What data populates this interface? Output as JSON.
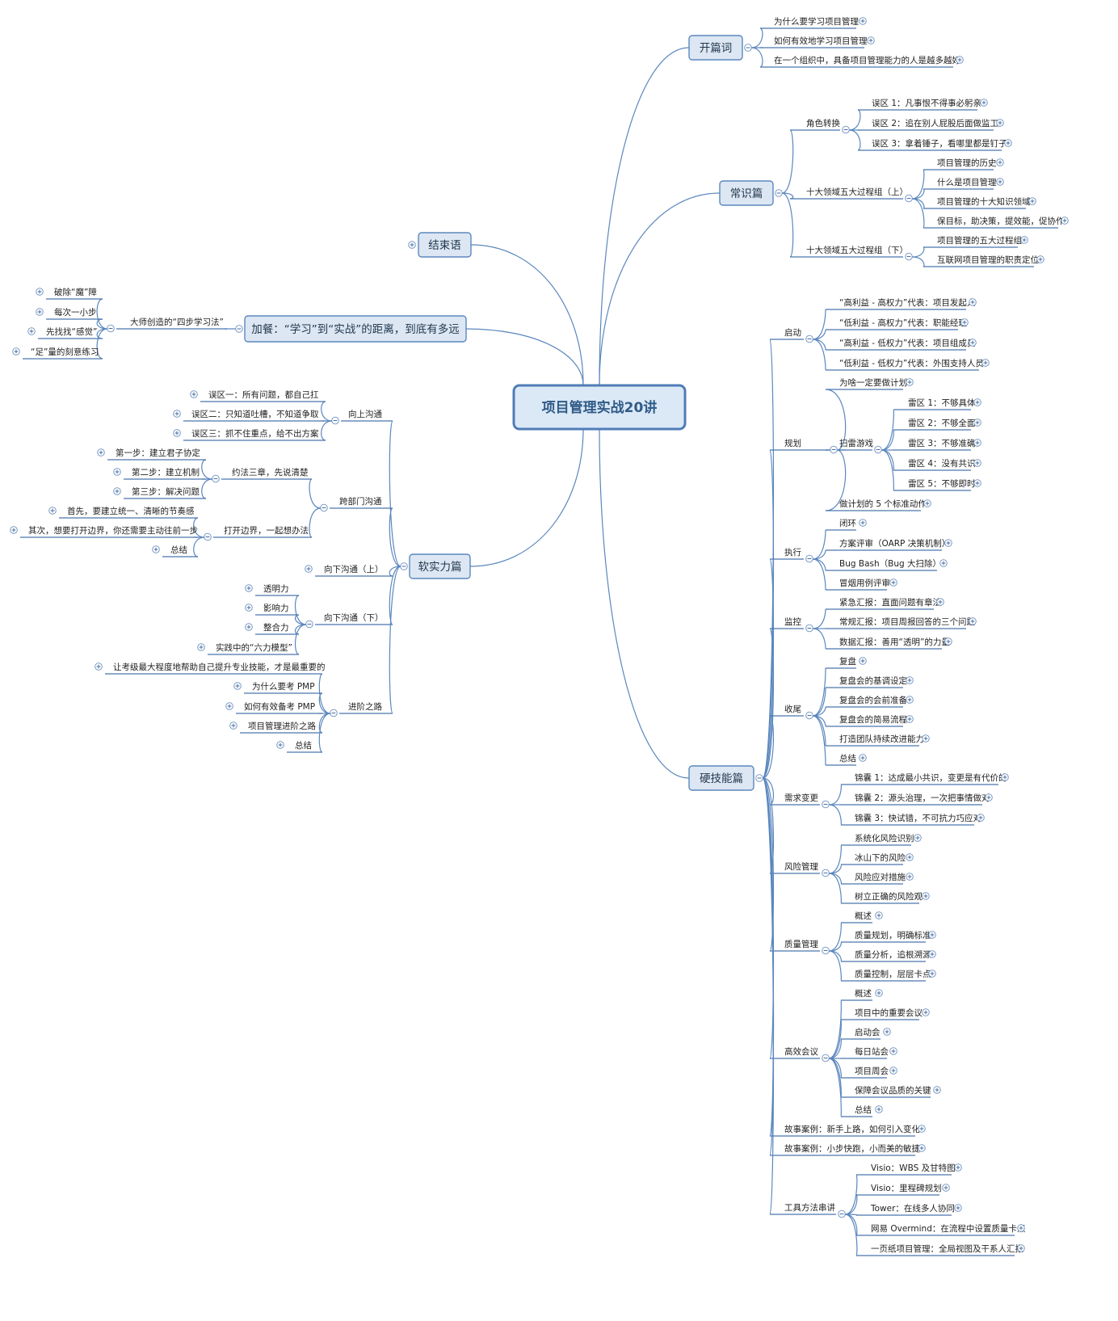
{
  "root": "项目管理实战20讲",
  "branches": [
    {
      "id": "kaipian",
      "label": "开篇词",
      "children": [
        {
          "label": "为什么要学习项目管理"
        },
        {
          "label": "如何有效地学习项目管理"
        },
        {
          "label": "在一个组织中，具备项目管理能力的人是越多越好"
        }
      ]
    },
    {
      "id": "changshi",
      "label": "常识篇",
      "children": [
        {
          "label": "角色转换",
          "children": [
            {
              "label": "误区 1：凡事恨不得事必躬亲"
            },
            {
              "label": "误区 2：追在别人屁股后面做监工"
            },
            {
              "label": "误区 3：拿着锤子，看哪里都是钉子"
            }
          ]
        },
        {
          "label": "十大领域五大过程组（上）",
          "children": [
            {
              "label": "项目管理的历史"
            },
            {
              "label": "什么是项目管理"
            },
            {
              "label": "项目管理的十大知识领域"
            },
            {
              "label": "保目标，助决策，提效能，促协作"
            }
          ]
        },
        {
          "label": "十大领域五大过程组（下）",
          "children": [
            {
              "label": "项目管理的五大过程组"
            },
            {
              "label": "互联网项目管理的职责定位"
            }
          ]
        }
      ]
    },
    {
      "id": "yingjineng",
      "label": "硬技能篇",
      "children": [
        {
          "label": "启动",
          "children": [
            {
              "label": "“高利益 - 高权力”代表：项目发起人"
            },
            {
              "label": "“低利益 - 高权力”代表：职能经理"
            },
            {
              "label": "“高利益 - 低权力”代表：项目组成员"
            },
            {
              "label": "“低利益 - 低权力”代表：外围支持人员"
            }
          ]
        },
        {
          "label": "规划",
          "children": [
            {
              "label": "为啥一定要做计划"
            },
            {
              "label": "扫雷游戏",
              "children": [
                {
                  "label": "雷区 1：不够具体"
                },
                {
                  "label": "雷区 2：不够全面"
                },
                {
                  "label": "雷区 3：不够准确"
                },
                {
                  "label": "雷区 4：没有共识"
                },
                {
                  "label": "雷区 5：不够即时"
                }
              ]
            },
            {
              "label": "做计划的 5 个标准动作"
            }
          ]
        },
        {
          "label": "执行",
          "children": [
            {
              "label": "闭环"
            },
            {
              "label": "方案评审（OARP 决策机制）"
            },
            {
              "label": "Bug Bash（Bug 大扫除）"
            },
            {
              "label": "冒烟用例评审"
            }
          ]
        },
        {
          "label": "监控",
          "children": [
            {
              "label": "紧急汇报：直面问题有章法"
            },
            {
              "label": "常规汇报：项目周报回答的三个问题"
            },
            {
              "label": "数据汇报：善用“透明”的力量"
            }
          ]
        },
        {
          "label": "收尾",
          "children": [
            {
              "label": "复盘"
            },
            {
              "label": "复盘会的基调设定"
            },
            {
              "label": "复盘会的会前准备"
            },
            {
              "label": "复盘会的简易流程"
            },
            {
              "label": "打造团队持续改进能力"
            },
            {
              "label": "总结"
            }
          ]
        },
        {
          "label": "需求变更",
          "children": [
            {
              "label": "锦囊 1：达成最小共识，变更是有代价的"
            },
            {
              "label": "锦囊 2：源头治理，一次把事情做对"
            },
            {
              "label": "锦囊 3：快试错，不可抗力巧应对"
            }
          ]
        },
        {
          "label": "风险管理",
          "children": [
            {
              "label": "系统化风险识别"
            },
            {
              "label": "冰山下的风险"
            },
            {
              "label": "风险应对措施"
            },
            {
              "label": "树立正确的风险观"
            }
          ]
        },
        {
          "label": "质量管理",
          "children": [
            {
              "label": "概述"
            },
            {
              "label": "质量规划，明确标准"
            },
            {
              "label": "质量分析，追根溯源"
            },
            {
              "label": "质量控制，层层卡点"
            }
          ]
        },
        {
          "label": "高效会议",
          "children": [
            {
              "label": "概述"
            },
            {
              "label": "项目中的重要会议"
            },
            {
              "label": "启动会"
            },
            {
              "label": "每日站会"
            },
            {
              "label": "项目周会"
            },
            {
              "label": "保障会议品质的关键"
            },
            {
              "label": "总结"
            }
          ]
        },
        {
          "label": "故事案例：新手上路，如何引入变化"
        },
        {
          "label": "故事案例：小步快跑，小而美的敏捷"
        },
        {
          "label": "工具方法串讲",
          "children": [
            {
              "label": "Visio：WBS 及甘特图"
            },
            {
              "label": "Visio：里程碑规划"
            },
            {
              "label": "Tower：在线多人协同"
            },
            {
              "label": "网易 Overmind：在流程中设置质量卡点"
            },
            {
              "label": "一页纸项目管理：全局视图及干系人汇报"
            }
          ]
        }
      ]
    },
    {
      "id": "jieshu",
      "label": "结束语"
    },
    {
      "id": "jiacan",
      "label": "加餐：“学习”到“实战”的距离，到底有多远",
      "children": [
        {
          "label": "大师创造的“四步学习法”",
          "children": [
            {
              "label": "破除“魔”障"
            },
            {
              "label": "每次一小步"
            },
            {
              "label": "先找找“感觉”"
            },
            {
              "label": "“足”量的刻意练习"
            }
          ]
        }
      ]
    },
    {
      "id": "ruanshili",
      "label": "软实力篇",
      "children": [
        {
          "label": "向上沟通",
          "children": [
            {
              "label": "误区一：所有问题，都自己扛"
            },
            {
              "label": "误区二：只知道吐槽，不知道争取"
            },
            {
              "label": "误区三：抓不住重点，给不出方案"
            }
          ]
        },
        {
          "label": "跨部门沟通",
          "children": [
            {
              "label": "约法三章，先说清楚",
              "children": [
                {
                  "label": "第一步：建立君子协定"
                },
                {
                  "label": "第二步：建立机制"
                },
                {
                  "label": "第三步：解决问题"
                }
              ]
            },
            {
              "label": "打开边界，一起想办法",
              "children": [
                {
                  "label": "首先，要建立统一、清晰的节奏感"
                },
                {
                  "label": "其次，想要打开边界，你还需要主动往前一步"
                },
                {
                  "label": "总结"
                }
              ]
            }
          ]
        },
        {
          "label": "向下沟通（上）"
        },
        {
          "label": "向下沟通（下）",
          "children": [
            {
              "label": "透明力"
            },
            {
              "label": "影响力"
            },
            {
              "label": "整合力"
            },
            {
              "label": "实践中的“六力模型”"
            }
          ]
        },
        {
          "label": "进阶之路",
          "children": [
            {
              "label": "让考级最大程度地帮助自己提升专业技能，才是最重要的"
            },
            {
              "label": "为什么要考 PMP"
            },
            {
              "label": "如何有效备考 PMP"
            },
            {
              "label": "项目管理进阶之路"
            },
            {
              "label": "总结"
            }
          ]
        }
      ]
    }
  ]
}
